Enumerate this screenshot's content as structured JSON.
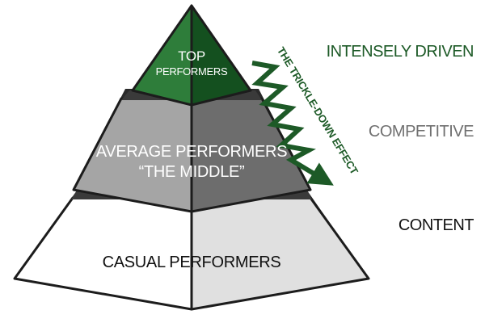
{
  "tiers": {
    "top": {
      "line1": "TOP",
      "line2": "PERFORMERS"
    },
    "middle": {
      "line1": "AVERAGE PERFORMERS",
      "line2": "“THE MIDDLE”"
    },
    "bottom": {
      "label": "CASUAL PERFORMERS"
    }
  },
  "side_labels": {
    "top": "INTENSELY DRIVEN",
    "middle": "COMPETITIVE",
    "bottom": "CONTENT"
  },
  "arrow": {
    "label": "THE TRICKLE-DOWN EFFECT"
  },
  "colors": {
    "top_left": "#2e7d3a",
    "top_right": "#14501f",
    "middle_left": "#a5a5a5",
    "middle_right": "#6d6d6d",
    "bottom_left": "#ffffff",
    "bottom_right": "#e0e0e0",
    "outline": "#1c1c1c",
    "band": "#3a3a3a",
    "label_top": "#1d5a27",
    "label_middle": "#707070",
    "label_bottom": "#111111",
    "arrow": "#1d5a27"
  }
}
